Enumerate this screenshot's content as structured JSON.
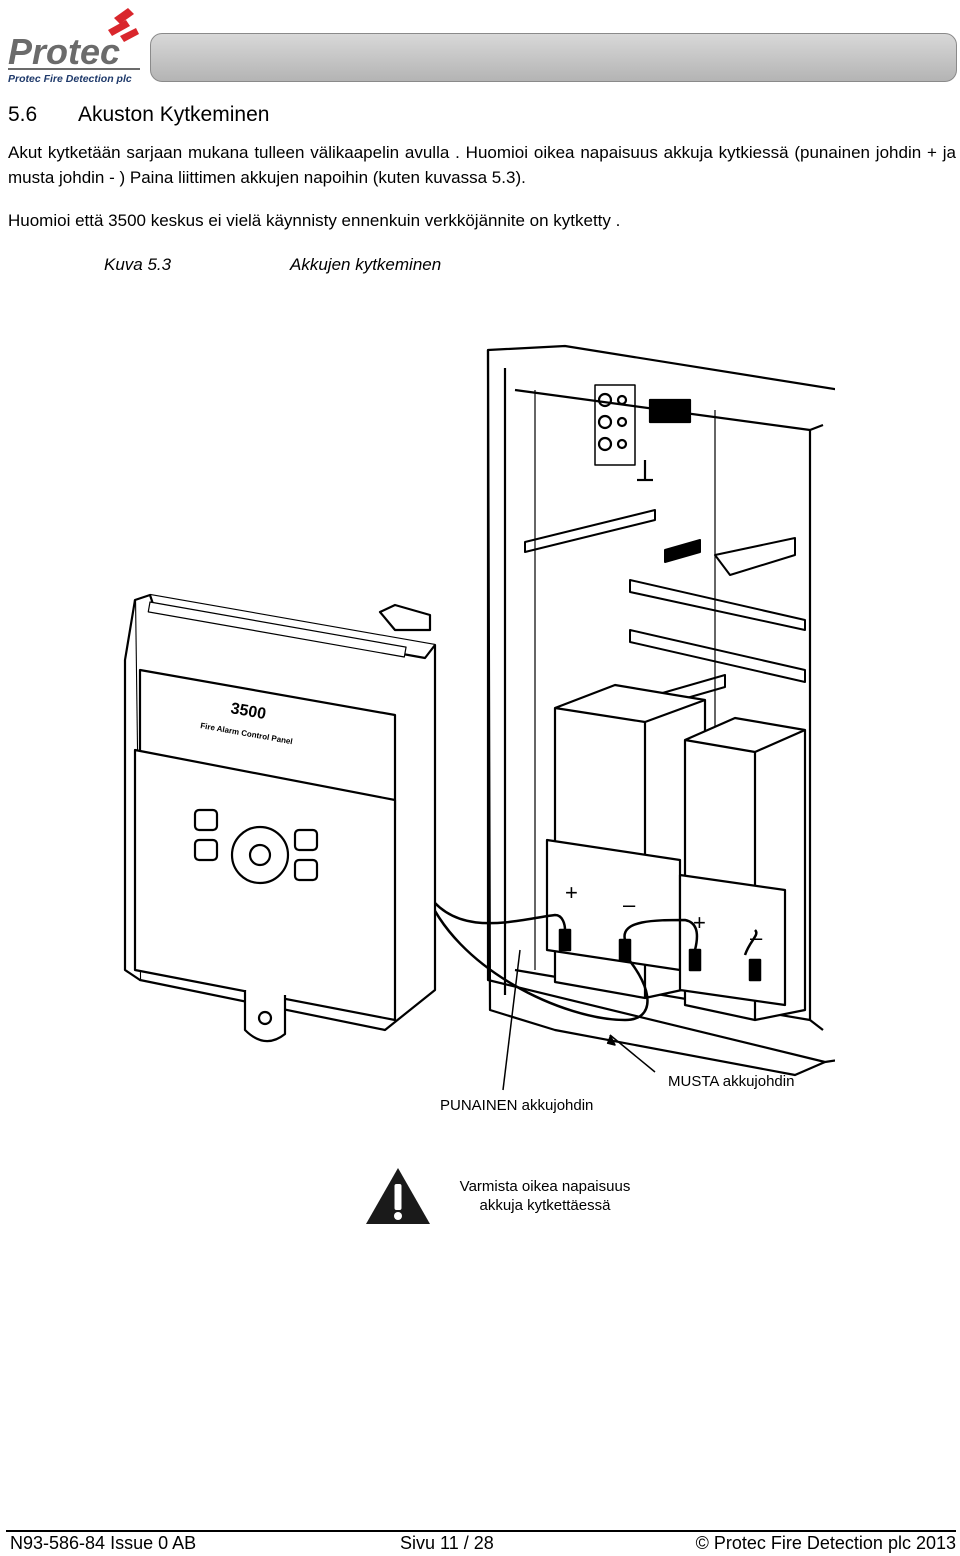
{
  "header": {
    "logo_brand": "Protec",
    "logo_tagline": "Protec Fire Detection plc"
  },
  "section": {
    "number": "5.6",
    "title": "Akuston Kytkeminen"
  },
  "paragraphs": [
    "Akut kytketään sarjaan mukana tulleen välikaapelin avulla . Huomioi oikea napaisuus akkuja kytkiessä (punainen johdin + ja musta johdin - ) Paina liittimen akkujen napoihin (kuten kuvassa 5.3).",
    "Huomioi että 3500 keskus ei vielä käynnisty ennenkuin verkköjännite on kytketty ."
  ],
  "figure": {
    "number": "Kuva  5.3",
    "title": "Akkujen kytkeminen",
    "panel_model": "3500",
    "panel_subtitle": "Fire Alarm Control Panel",
    "label_red": "PUNAINEN akkujohdin",
    "label_black": "MUSTA akkujohdin",
    "plus_sign": "+",
    "minus_sign": "–"
  },
  "warning": {
    "line1": "Varmista oikea napaisuus",
    "line2": "akkuja kytkettäessä"
  },
  "footer": {
    "doc_ref": "N93-586-84 Issue 0 AB",
    "page": "Sivu 11 / 28",
    "copyright": "© Protec Fire Detection plc 2013"
  },
  "colors": {
    "logo_red": "#d9262c",
    "logo_grey": "#6b6b6b",
    "header_bar": "#c4c4c4"
  }
}
